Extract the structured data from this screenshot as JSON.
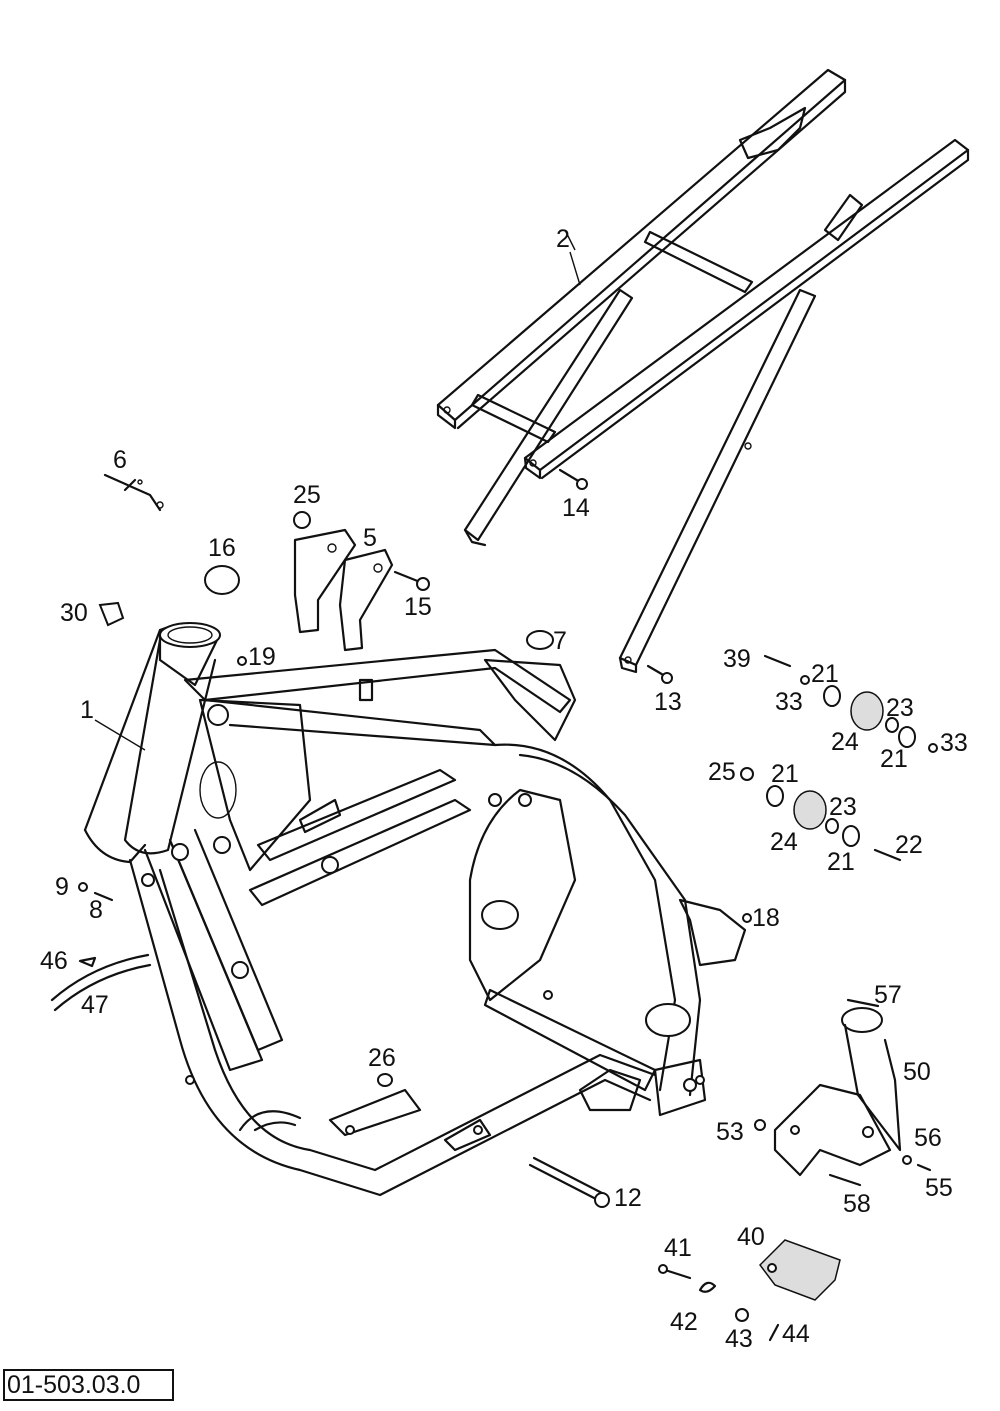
{
  "diagram": {
    "labels": [
      {
        "id": "2",
        "text": "2"
      },
      {
        "id": "6",
        "text": "6"
      },
      {
        "id": "25a",
        "text": "25"
      },
      {
        "id": "14",
        "text": "14"
      },
      {
        "id": "16",
        "text": "16"
      },
      {
        "id": "5",
        "text": "5"
      },
      {
        "id": "15",
        "text": "15"
      },
      {
        "id": "30",
        "text": "30"
      },
      {
        "id": "7",
        "text": "7"
      },
      {
        "id": "19",
        "text": "19"
      },
      {
        "id": "1",
        "text": "1"
      },
      {
        "id": "39",
        "text": "39"
      },
      {
        "id": "21a",
        "text": "21"
      },
      {
        "id": "13",
        "text": "13"
      },
      {
        "id": "33a",
        "text": "33"
      },
      {
        "id": "23a",
        "text": "23"
      },
      {
        "id": "24a",
        "text": "24"
      },
      {
        "id": "33b",
        "text": "33"
      },
      {
        "id": "21b",
        "text": "21"
      },
      {
        "id": "25b",
        "text": "25"
      },
      {
        "id": "21c",
        "text": "21"
      },
      {
        "id": "23b",
        "text": "23"
      },
      {
        "id": "24b",
        "text": "24"
      },
      {
        "id": "22",
        "text": "22"
      },
      {
        "id": "21d",
        "text": "21"
      },
      {
        "id": "9",
        "text": "9"
      },
      {
        "id": "8",
        "text": "8"
      },
      {
        "id": "18",
        "text": "18"
      },
      {
        "id": "46",
        "text": "46"
      },
      {
        "id": "47",
        "text": "47"
      },
      {
        "id": "57",
        "text": "57"
      },
      {
        "id": "50",
        "text": "50"
      },
      {
        "id": "26",
        "text": "26"
      },
      {
        "id": "53",
        "text": "53"
      },
      {
        "id": "56",
        "text": "56"
      },
      {
        "id": "55",
        "text": "55"
      },
      {
        "id": "12",
        "text": "12"
      },
      {
        "id": "58",
        "text": "58"
      },
      {
        "id": "41",
        "text": "41"
      },
      {
        "id": "40",
        "text": "40"
      },
      {
        "id": "42",
        "text": "42"
      },
      {
        "id": "43",
        "text": "43"
      },
      {
        "id": "44",
        "text": "44"
      }
    ],
    "drawing_code": "01-503.03.0"
  }
}
